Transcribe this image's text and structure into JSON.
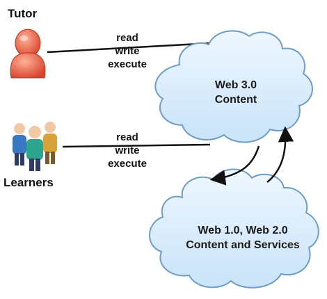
{
  "actors": {
    "tutor": {
      "label": "Tutor",
      "icon": "person-icon",
      "color": "#e8553a"
    },
    "learners": {
      "label": "Learners",
      "icon": "group-of-people-icon",
      "colors": [
        "#3a78c2",
        "#2ea58f",
        "#d8a23a"
      ]
    }
  },
  "connections": {
    "tutor_actions": [
      "read",
      "write",
      "execute"
    ],
    "learner_actions": [
      "read",
      "write",
      "execute"
    ]
  },
  "clouds": {
    "web3": {
      "lines": [
        "Web 3.0",
        "Content"
      ],
      "fill": "#d8ecfb",
      "stroke": "#6f9cc4"
    },
    "web12": {
      "lines": [
        "Web 1.0, Web 2.0",
        "Content and Services"
      ],
      "fill": "#d8ecfb",
      "stroke": "#6f9cc4"
    }
  }
}
